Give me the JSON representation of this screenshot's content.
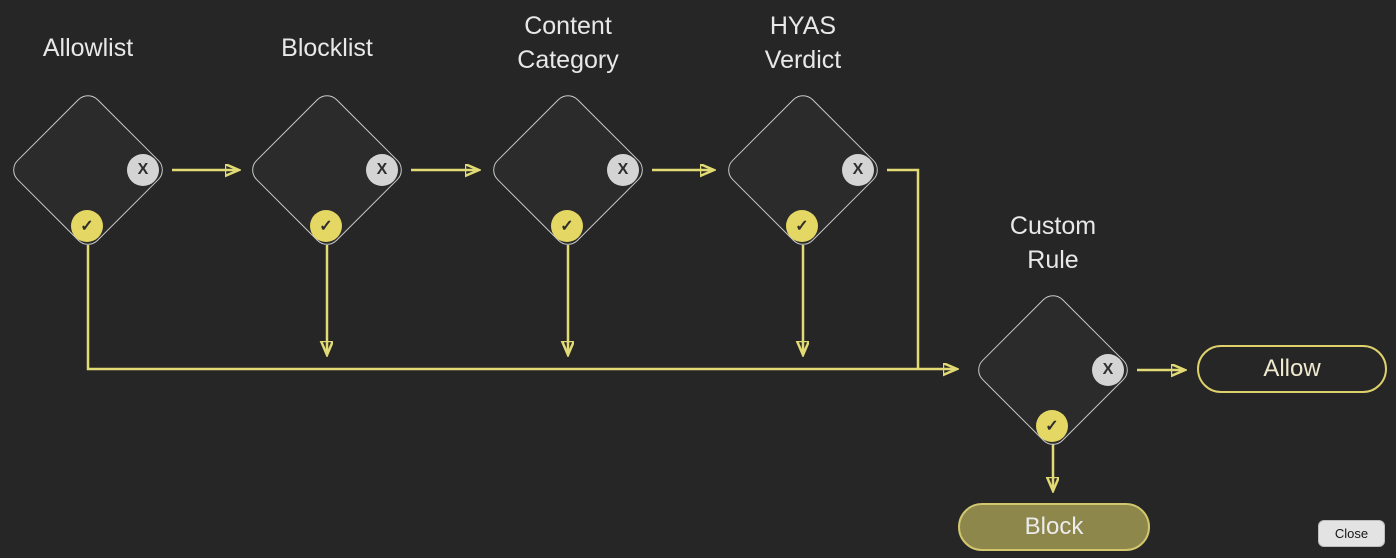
{
  "diagram": {
    "nodes": [
      {
        "id": "allowlist",
        "label": "Allowlist",
        "fail_badge": "X",
        "pass_badge": "✓"
      },
      {
        "id": "blocklist",
        "label": "Blocklist",
        "fail_badge": "X",
        "pass_badge": "✓"
      },
      {
        "id": "content-category",
        "label": "Content\nCategory",
        "fail_badge": "X",
        "pass_badge": "✓"
      },
      {
        "id": "hyas-verdict",
        "label": "HYAS\nVerdict",
        "fail_badge": "X",
        "pass_badge": "✓"
      },
      {
        "id": "custom-rule",
        "label": "Custom\nRule",
        "fail_badge": "X",
        "pass_badge": "✓"
      }
    ],
    "outcomes": {
      "allow_label": "Allow",
      "block_label": "Block"
    },
    "colors": {
      "background": "#262626",
      "arrow": "#e2da74",
      "diamond_border": "#c9c9c9",
      "fail_badge_bg": "#d4d4d4",
      "pass_badge_bg": "#e4d763",
      "allow_border": "#ded16b",
      "block_fill": "#8d874c",
      "label_text": "#e8e8e8"
    }
  },
  "controls": {
    "close_label": "Close"
  }
}
